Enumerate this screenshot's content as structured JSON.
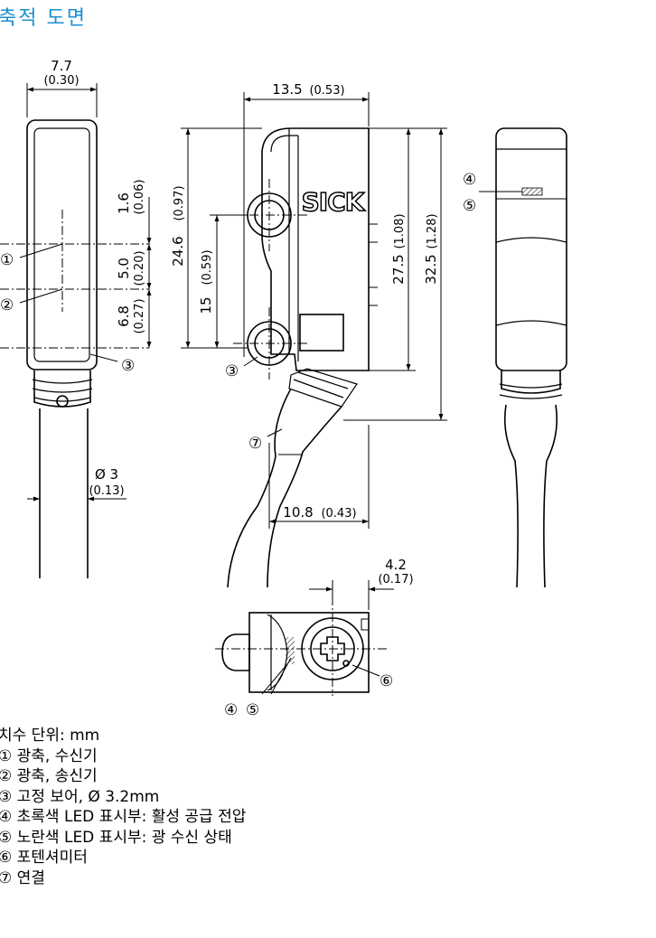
{
  "title": "축적 도면",
  "brand": "SICK",
  "dims": {
    "width_front": "7.7",
    "width_front_in": "(0.30)",
    "width_side": "13.5",
    "width_side_in": "(0.53)",
    "h_24_6": "24.6",
    "h_24_6_in": "(0.97)",
    "h_15": "15",
    "h_15_in": "(0.59)",
    "h_27_5": "27.5",
    "h_27_5_in": "(1.08)",
    "h_32_5": "32.5",
    "h_32_5_in": "(1.28)",
    "v_1_6": "1.6",
    "v_1_6_in": "(0.06)",
    "v_5_0": "5.0",
    "v_5_0_in": "(0.20)",
    "v_6_8": "6.8",
    "v_6_8_in": "(0.27)",
    "cable_dia": "Ø 3",
    "cable_dia_in": "(0.13)",
    "w_10_8": "10.8",
    "w_10_8_in": "(0.43)",
    "w_4_2": "4.2",
    "w_4_2_in": "(0.17)"
  },
  "callouts": {
    "c1": "①",
    "c2": "②",
    "c3": "③",
    "c4": "④",
    "c5": "⑤",
    "c6": "⑥",
    "c7": "⑦"
  },
  "legend": {
    "units": "치수 단위: mm",
    "items": [
      "① 광축, 수신기",
      "② 광축, 송신기",
      "③ 고정 보어, Ø 3.2mm",
      "④ 초록색 LED 표시부: 활성 공급 전압",
      "⑤ 노란색 LED 표시부: 광 수신 상태",
      "⑥ 포텐셔미터",
      "⑦ 연결"
    ]
  },
  "colors": {
    "title": "#1a8fd1",
    "line": "#000000"
  }
}
